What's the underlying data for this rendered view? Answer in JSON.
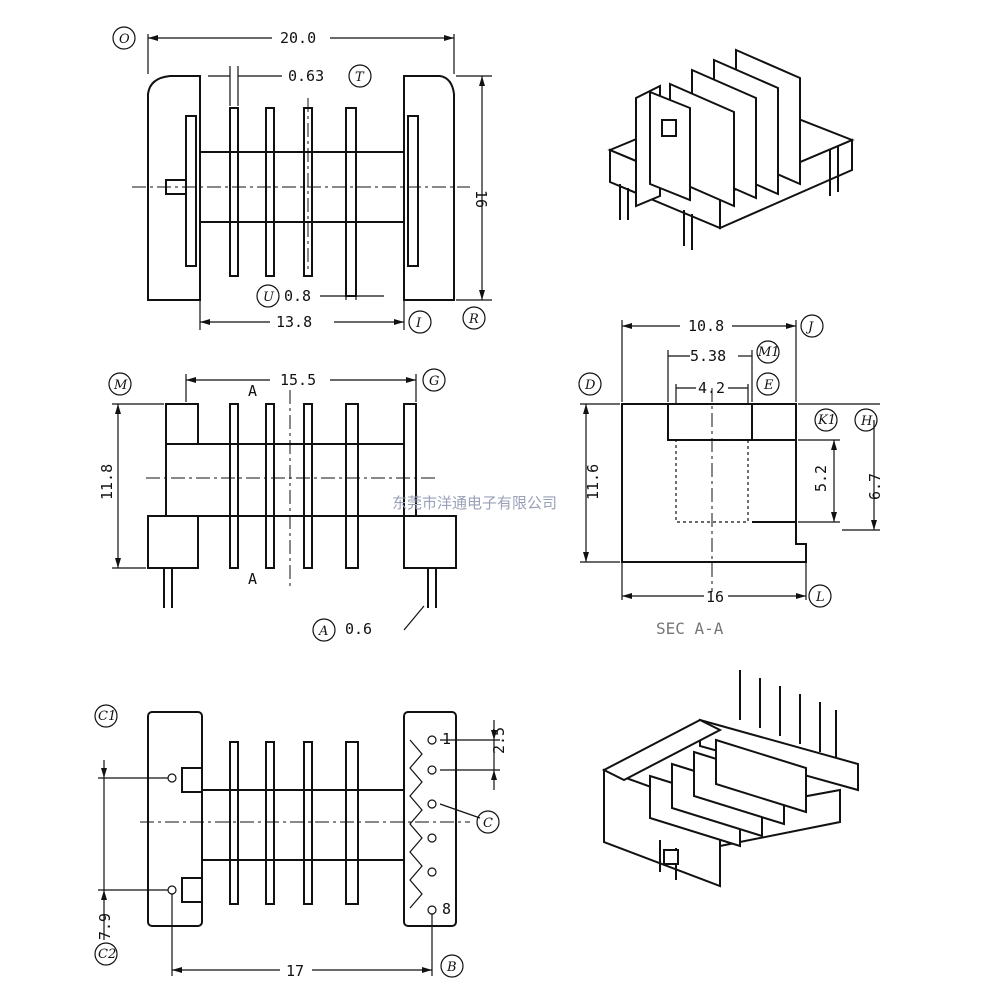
{
  "watermark": "东莞市洋通电子有限公司",
  "top_view": {
    "width": "20.0",
    "pin_width": "0.63",
    "height": "16",
    "slot_width": "0.8",
    "inner_width": "13.8",
    "labels": {
      "o": "O",
      "t": "T",
      "u": "U",
      "i": "I",
      "r": "R"
    }
  },
  "front_view": {
    "length": "15.5",
    "height": "11.8",
    "pin_diameter": "0.6",
    "section_mark": "A",
    "labels": {
      "m": "M",
      "g": "G",
      "a": "A"
    }
  },
  "section_view": {
    "top_width": "10.8",
    "mid_width": "5.38",
    "inner_width": "4.2",
    "height": "11.6",
    "window": "5.2",
    "window_outer": "6.7",
    "bottom_width": "16",
    "title": "SEC  A-A",
    "labels": {
      "j": "J",
      "m1": "M1",
      "e": "E",
      "d": "D",
      "k1": "K1",
      "h": "H",
      "l": "L"
    }
  },
  "bottom_view": {
    "pitch": "2.5",
    "row_spacing": "7.9",
    "pin_span": "17",
    "pin1": "1",
    "pin_last": "8",
    "labels": {
      "c1": "C1",
      "c": "C",
      "c2": "C2",
      "b": "B"
    }
  }
}
